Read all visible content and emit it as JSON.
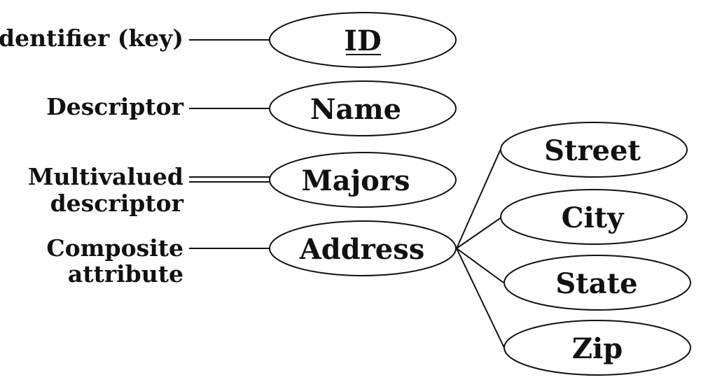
{
  "diagram": {
    "labels": {
      "identifier": "Identifier (key)",
      "descriptor": "Descriptor",
      "multivalued_line1": "Multivalued",
      "multivalued_line2": "descriptor",
      "composite_line1": "Composite",
      "composite_line2": "attribute"
    },
    "attributes": {
      "id": "ID",
      "name": "Name",
      "majors": "Majors",
      "address": "Address"
    },
    "address_parts": {
      "street": "Street",
      "city": "City",
      "state": "State",
      "zip": "Zip"
    }
  }
}
